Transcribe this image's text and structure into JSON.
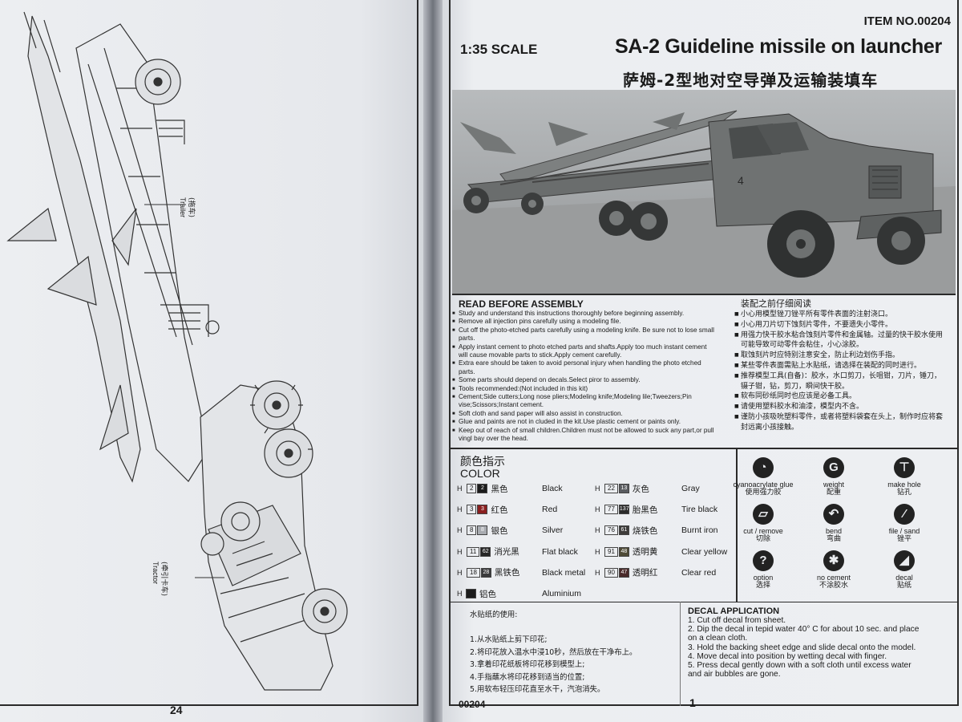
{
  "left_page": {
    "trailer_label_cn": "(拖车)",
    "trailer_label_en": "Trailer",
    "tractor_label_cn": "(牵引卡车)",
    "tractor_label_en": "Tractor",
    "page_number": "24"
  },
  "right_page": {
    "item_no": "ITEM NO.00204",
    "scale": "1:35 SCALE",
    "title": "SA-2 Guideline missile on launcher",
    "title_cn": "萨姆-2型地对空导弹及运输装填车",
    "read_before": {
      "heading": "READ BEFORE ASSEMBLY",
      "items": [
        "Study and understand this instructions thoroughly before beginning assembly.",
        "Remove all injection pins carefully using a modeling file.",
        "Cut off the photo-etched parts carefully using a modeling knife. Be sure not to lose small parts.",
        "Apply instant cement to photo etched parts and shafts.Apply too much instant cement will cause movable parts to stick.Apply cement carefully.",
        "Extra eare should be taken to avoid personal injury when handling the photo etched parts.",
        "Some parts should depend on decals.Select piror to assembly.",
        "Tools recommended:(Not included in this kit)",
        "Cement;Side cutters;Long nose pliers;Modeling knife;Modeling lile;Tweezers;Pin vise;Scissors;Instant cement.",
        "Soft cloth and sand paper will also assist in construction.",
        "Glue and paints are not in cluded in the kit.Use plastic cement or paints only.",
        "Keep out of reach of small children.Children must not be allowed to suck any part,or pull vingl bay over the head."
      ]
    },
    "read_before_cn": {
      "heading": "装配之前仔细阅读",
      "items": [
        "小心用模型锉刀锉平所有零件表面的注射浇口。",
        "小心用刀片切下蚀刻片零件，不要遗失小零件。",
        "用强力快干胶水粘合蚀刻片零件和金属轴。过量的快干胶水使用可能导致可动零件会粘住，小心涂胶。",
        "取蚀刻片时应特别注意安全，防止利边划伤手指。",
        "某些零件表面需贴上水贴纸，请选择在装配的同时进行。",
        "推荐模型工具(自备)：胶水，水口剪刀，长咀钳，刀片，锤刀，镊子钳，钻，剪刀，瞬间快干胶。",
        "软布同砂纸同时也应该是必备工具。",
        "请使用塑料胶水和油漆，模型内不含。",
        "谨防小孩吸吮塑料零件，或者将塑料袋套在头上，制作时应将套封远离小孩接触。"
      ]
    },
    "color": {
      "heading_cn": "颜色指示",
      "heading": "COLOR",
      "left": [
        {
          "h": "H",
          "num": "2",
          "sw": "2",
          "cn": "黑色",
          "en": "Black",
          "swatch": "#1c1c1c"
        },
        {
          "h": "H",
          "num": "3",
          "sw": "3",
          "cn": "红色",
          "en": "Red",
          "swatch": "#8a1f1f"
        },
        {
          "h": "H",
          "num": "8",
          "sw": "8",
          "cn": "银色",
          "en": "Silver",
          "swatch": "#a8abb0"
        },
        {
          "h": "H",
          "num": "11",
          "sw": "62",
          "cn": "消光黑",
          "en": "Flat black",
          "swatch": "#262626"
        },
        {
          "h": "H",
          "num": "18",
          "sw": "28",
          "cn": "黑铁色",
          "en": "Black metal",
          "swatch": "#3a3a3c"
        },
        {
          "h": "H",
          "num": "",
          "sw": "",
          "cn": "铝色",
          "en": "Aluminium",
          "swatch": "#1c1c1c"
        }
      ],
      "right": [
        {
          "h": "H",
          "num": "22",
          "sw": "13",
          "cn": "灰色",
          "en": "Gray",
          "swatch": "#5a5c60"
        },
        {
          "h": "H",
          "num": "77",
          "sw": "137",
          "cn": "胎黑色",
          "en": "Tire black",
          "swatch": "#2b2b2b"
        },
        {
          "h": "H",
          "num": "76",
          "sw": "61",
          "cn": "烧铁色",
          "en": "Burnt iron",
          "swatch": "#3d3b3a"
        },
        {
          "h": "H",
          "num": "91",
          "sw": "48",
          "cn": "透明黄",
          "en": "Clear yellow",
          "swatch": "#4e4a36"
        },
        {
          "h": "H",
          "num": "90",
          "sw": "47",
          "cn": "透明红",
          "en": "Clear red",
          "swatch": "#4a2a2a"
        }
      ]
    },
    "symbols": [
      {
        "icon": "cyanoacrylate-glue-icon",
        "glyph": "◔",
        "en": "cyanoacrylate glue",
        "cn": "使用强力胶"
      },
      {
        "icon": "weight-icon",
        "glyph": "G",
        "en": "weight",
        "cn": "配重"
      },
      {
        "icon": "make-hole-icon",
        "glyph": "⊤",
        "en": "make hole",
        "cn": "钻孔"
      },
      {
        "icon": "cut-remove-icon",
        "glyph": "▱",
        "en": "cut / remove",
        "cn": "切除"
      },
      {
        "icon": "bend-icon",
        "glyph": "↶",
        "en": "bend",
        "cn": "弯曲"
      },
      {
        "icon": "file-sand-icon",
        "glyph": "⁄",
        "en": "file / sand",
        "cn": "锉平"
      },
      {
        "icon": "option-icon",
        "glyph": "?",
        "en": "option",
        "cn": "选择"
      },
      {
        "icon": "no-cement-icon",
        "glyph": "✱",
        "en": "no cement",
        "cn": "不涂胶水"
      },
      {
        "icon": "decal-icon",
        "glyph": "◢",
        "en": "decal",
        "cn": "贴纸"
      }
    ],
    "decal_cn": {
      "heading": "水贴纸的使用:",
      "steps": [
        "1.从水贴纸上剪下印花;",
        "2.将印花放入温水中浸10秒，然后放在干净布上。",
        "3.拿着印花纸板将印花移到模型上;",
        "4.手指蘸水将印花移到适当的位置;",
        "5.用软布轻压印花直至水干，汽泡消失。"
      ]
    },
    "decal_en": {
      "heading": "DECAL APPLICATION",
      "steps": [
        "1. Cut off decal from sheet.",
        "2. Dip the decal in tepid water 40° C for about 10 sec. and place on a clean cloth.",
        "3. Hold the backing sheet edge and slide decal onto the model.",
        "4. Move decal into position by wetting decal with finger.",
        "5. Press decal gently down with a soft cloth until excess water and air bubbles are gone."
      ]
    },
    "footer_code": "00204",
    "page_number": "1"
  }
}
